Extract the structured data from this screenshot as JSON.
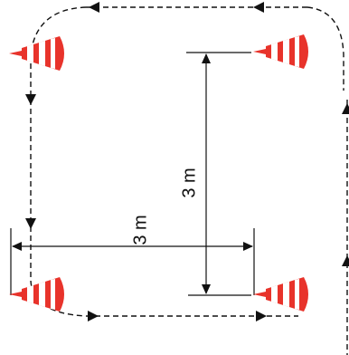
{
  "diagram": {
    "horizontal_dimension_label": "3 m",
    "vertical_dimension_label": "3 m",
    "cones": [
      {
        "name": "cone-top-left"
      },
      {
        "name": "cone-top-right"
      },
      {
        "name": "cone-bottom-left"
      },
      {
        "name": "cone-bottom-right"
      }
    ],
    "colors": {
      "cone_stripe_red": "#e8332b",
      "cone_white": "#ffffff",
      "cone_base_red": "#e8332b",
      "path_line": "#111111",
      "dimension_line": "#111111"
    },
    "path_style": "dashed",
    "path_direction": "counter-clockwise"
  }
}
